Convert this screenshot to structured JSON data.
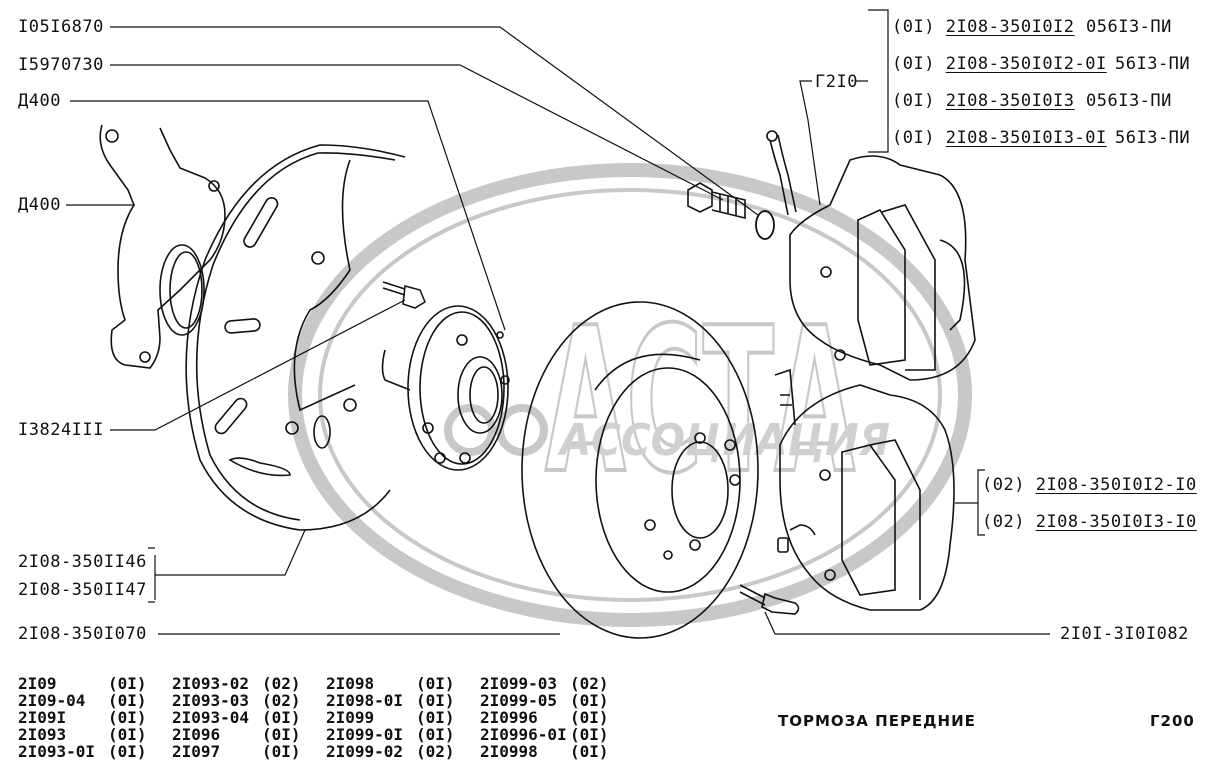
{
  "diagram": {
    "title": "ТОРМОЗА ПЕРЕДНИЕ",
    "page_code": "Г200",
    "watermark": {
      "main": "АСТА",
      "sub": "АССОЦИАЦИЯ"
    },
    "colors": {
      "ink": "#111111",
      "watermark": "#c8c8c8",
      "background": "#ffffff"
    }
  },
  "callouts_left": [
    {
      "part": "I05I6870",
      "target": "bolt"
    },
    {
      "part": "I5970730",
      "target": "spring-washer"
    },
    {
      "part": "Д400",
      "target": "wheel-hub"
    },
    {
      "part": "Д400",
      "target": "steering-knuckle"
    },
    {
      "part": "I3824III",
      "target": "shield-bolt"
    },
    {
      "part": "2I08-350II46",
      "target": "brake-shield"
    },
    {
      "part": "2I08-350II47",
      "target": "brake-shield"
    },
    {
      "part": "2I08-350I070",
      "target": "brake-disc"
    }
  ],
  "caliper_group_top": {
    "ref": "Г2I0",
    "items": [
      {
        "qty": "(0I)",
        "part": "2I08-350I0I2",
        "code": "056I3-ПИ"
      },
      {
        "qty": "(0I)",
        "part": "2I08-350I0I2-0I",
        "code": "56I3-ПИ"
      },
      {
        "qty": "(0I)",
        "part": "2I08-350I0I3",
        "code": "056I3-ПИ"
      },
      {
        "qty": "(0I)",
        "part": "2I08-350I0I3-0I",
        "code": "56I3-ПИ"
      }
    ]
  },
  "caliper_group_bottom": {
    "items": [
      {
        "qty": "(02)",
        "part": "2I08-350I0I2-I0"
      },
      {
        "qty": "(02)",
        "part": "2I08-350I0I3-I0"
      }
    ]
  },
  "callout_right": {
    "part": "2I0I-3I0I082",
    "target": "guide-pin"
  },
  "applicability": [
    [
      {
        "model": "2I09",
        "qty": "(0I)"
      },
      {
        "model": "2I09-04",
        "qty": "(0I)"
      },
      {
        "model": "2I09I",
        "qty": "(0I)"
      },
      {
        "model": "2I093",
        "qty": "(0I)"
      },
      {
        "model": "2I093-0I",
        "qty": "(0I)"
      }
    ],
    [
      {
        "model": "2I093-02",
        "qty": "(02)"
      },
      {
        "model": "2I093-03",
        "qty": "(02)"
      },
      {
        "model": "2I093-04",
        "qty": "(0I)"
      },
      {
        "model": "2I096",
        "qty": "(0I)"
      },
      {
        "model": "2I097",
        "qty": "(0I)"
      }
    ],
    [
      {
        "model": "2I098",
        "qty": "(0I)"
      },
      {
        "model": "2I098-0I",
        "qty": "(0I)"
      },
      {
        "model": "2I099",
        "qty": "(0I)"
      },
      {
        "model": "2I099-0I",
        "qty": "(0I)"
      },
      {
        "model": "2I099-02",
        "qty": "(02)"
      }
    ],
    [
      {
        "model": "2I099-03",
        "qty": "(02)"
      },
      {
        "model": "2I099-05",
        "qty": "(0I)"
      },
      {
        "model": "2I0996",
        "qty": "(0I)"
      },
      {
        "model": "2I0996-0I",
        "qty": "(0I)"
      },
      {
        "model": "2I0998",
        "qty": "(0I)"
      }
    ]
  ]
}
